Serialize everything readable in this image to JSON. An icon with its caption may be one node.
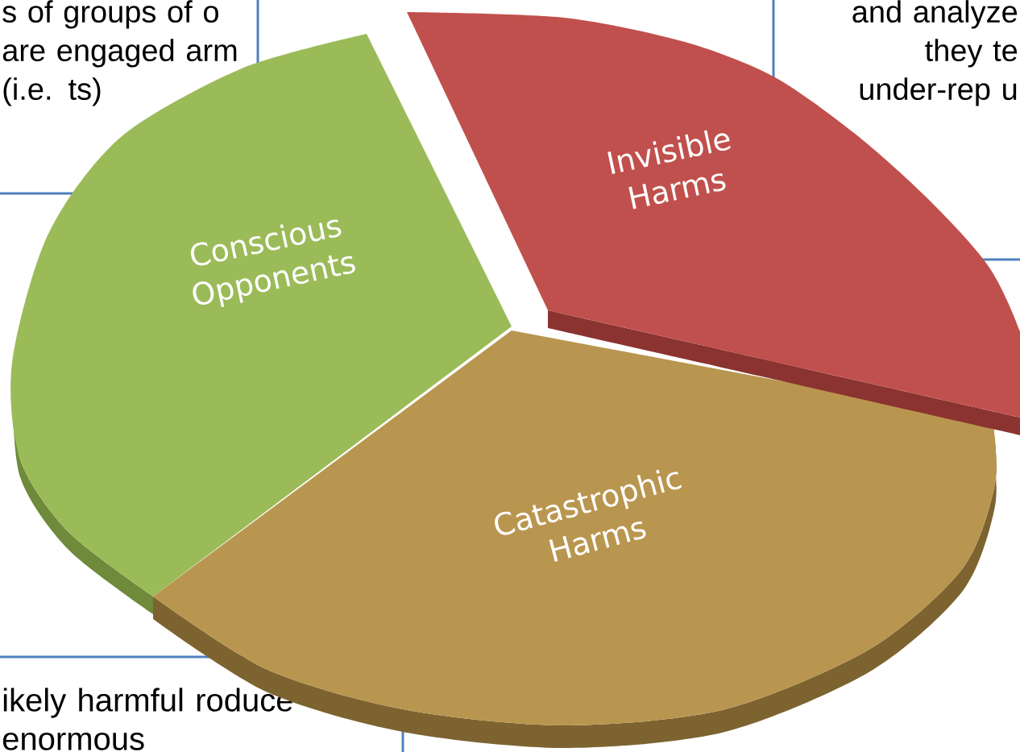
{
  "diagram": {
    "nodes": [
      {
        "text": [
          "s of groups of o are engaged arm (i.e. ts)"
        ]
      },
      {
        "text": [
          "and analyze they te under-rep u"
        ]
      },
      {
        "text": [
          "Conscious Opponents"
        ]
      },
      {
        "text": [
          "Invisible Harms"
        ]
      },
      {
        "text": [
          "Catastrophic Harms"
        ]
      },
      {
        "text": [
          "ikely harmful roduce enormous"
        ]
      }
    ]
  }
}
